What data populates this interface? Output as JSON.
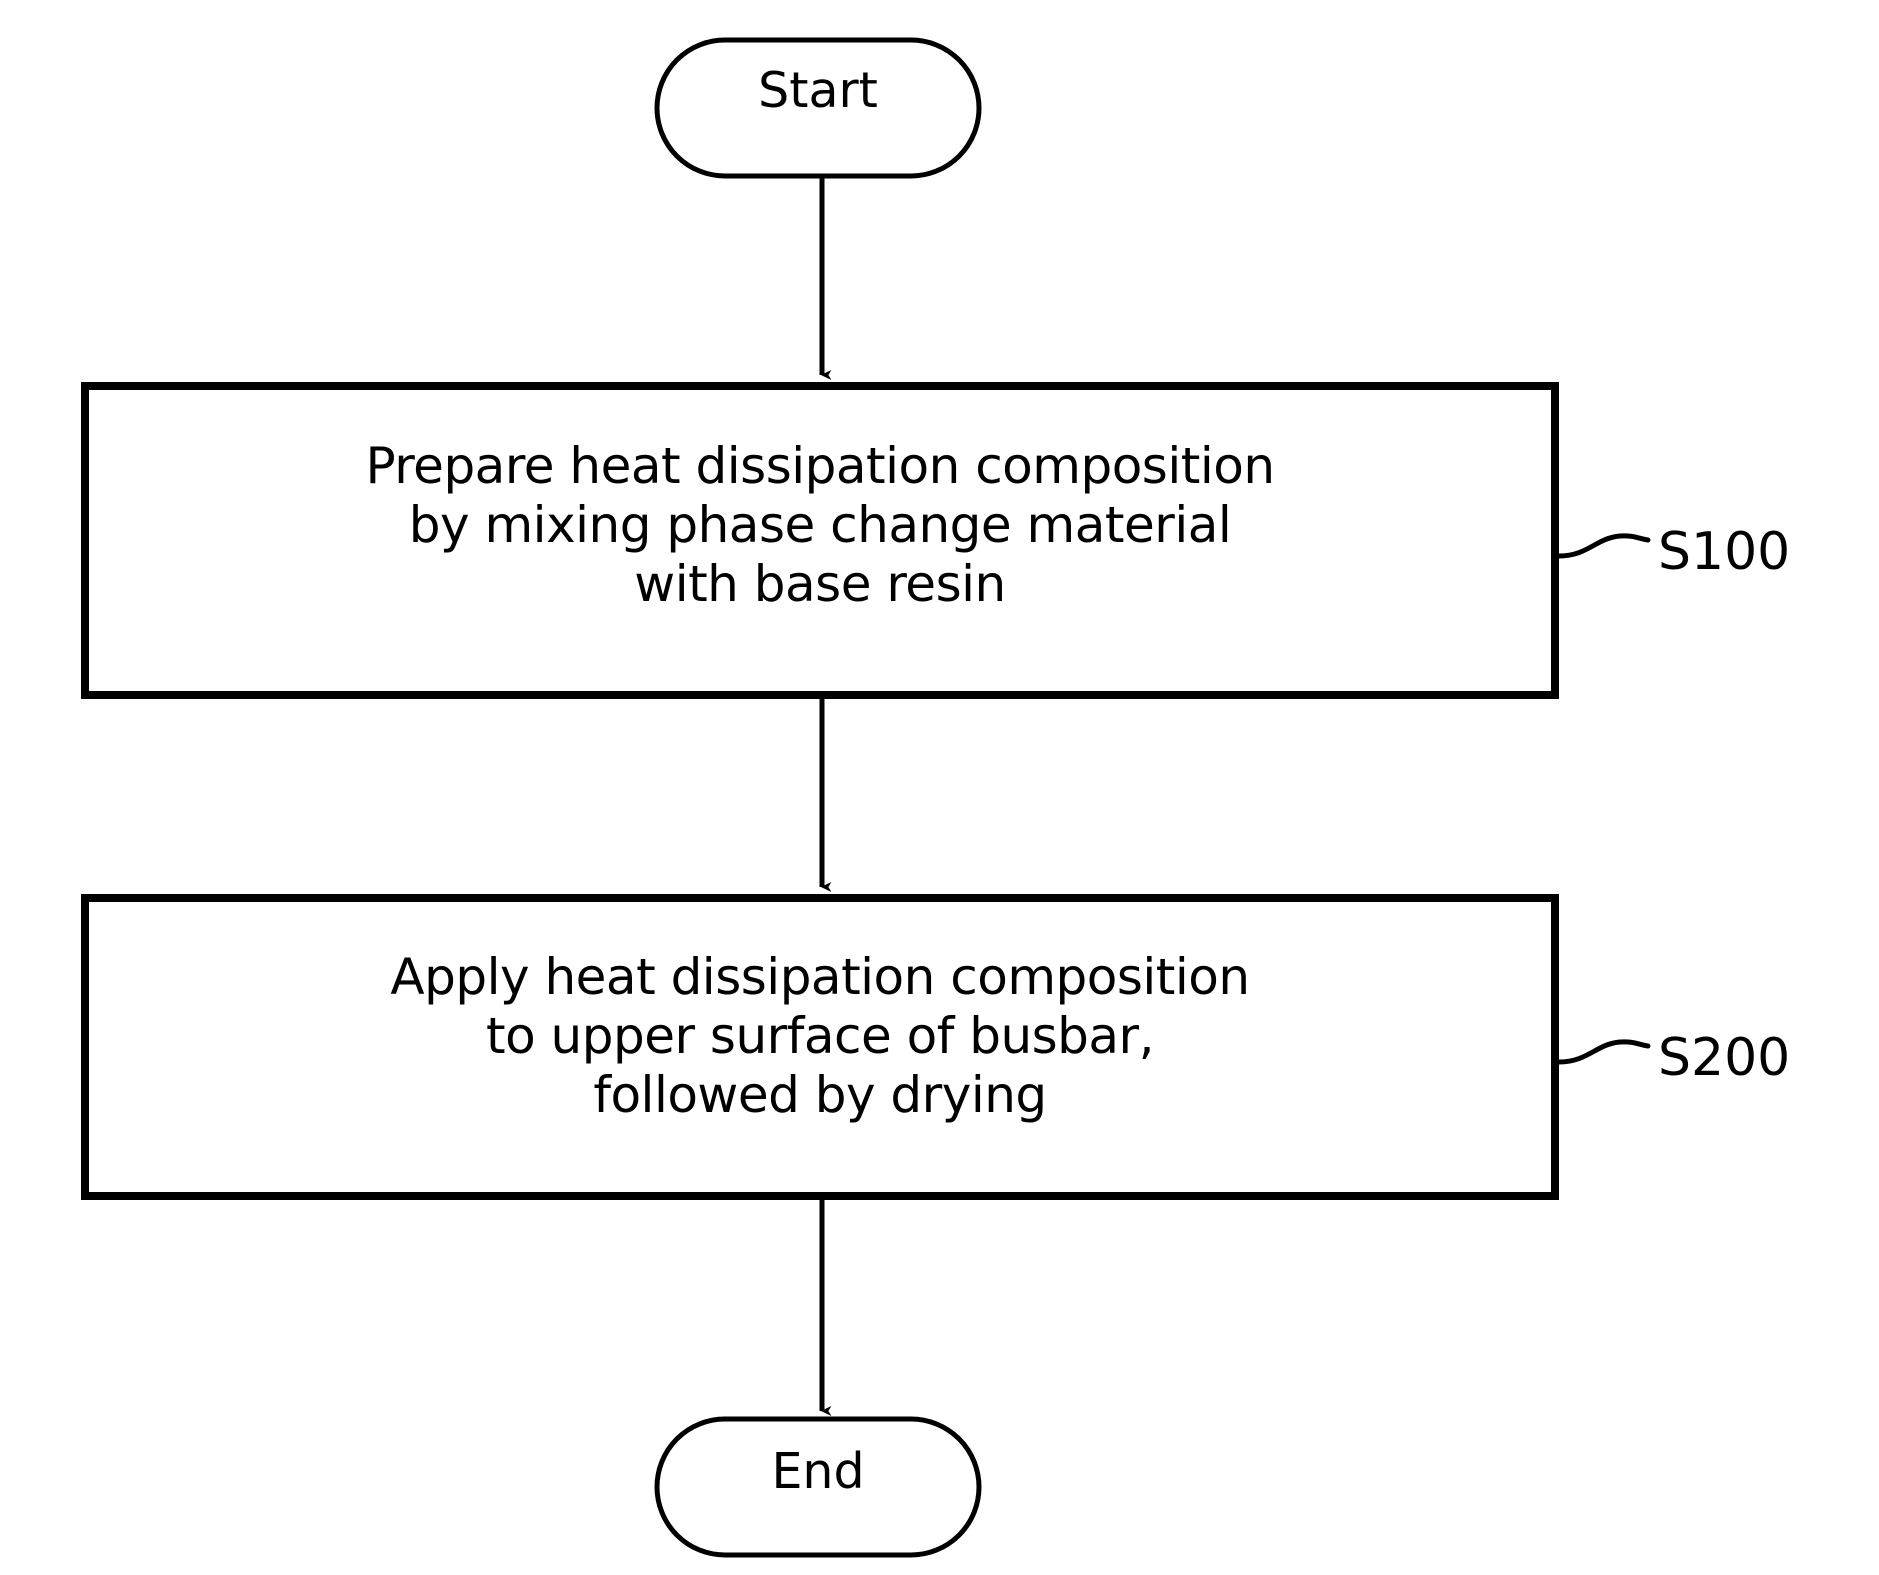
{
  "diagram": {
    "type": "flowchart",
    "orientation": "vertical",
    "background_color": "#ffffff",
    "stroke_color": "#000000",
    "nodes": {
      "start": {
        "shape": "stadium",
        "label": "Start"
      },
      "process_1": {
        "shape": "rectangle",
        "label": "Prepare heat dissipation composition\nby mixing phase change material\nwith base resin",
        "step_tag": "S100"
      },
      "process_2": {
        "shape": "rectangle",
        "label": "Apply heat dissipation composition\nto upper surface of busbar,\nfollowed by drying",
        "step_tag": "S200"
      },
      "end": {
        "shape": "stadium",
        "label": "End"
      }
    },
    "edges": [
      {
        "from": "start",
        "to": "process_1",
        "arrow": "down"
      },
      {
        "from": "process_1",
        "to": "process_2",
        "arrow": "down"
      },
      {
        "from": "process_2",
        "to": "end",
        "arrow": "down"
      }
    ],
    "leaders": [
      {
        "tag": "S100",
        "attached_to": "process_1",
        "side": "right"
      },
      {
        "tag": "S200",
        "attached_to": "process_2",
        "side": "right"
      }
    ]
  }
}
